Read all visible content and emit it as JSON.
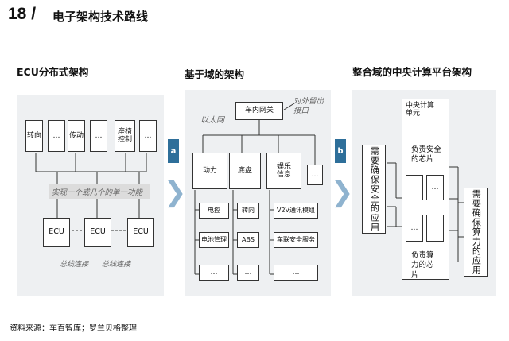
{
  "header": {
    "number": "18 /",
    "title": "电子架构技术路线"
  },
  "source": "资料来源：车百智库；罗兰贝格整理",
  "badges": {
    "a": "a",
    "b": "b"
  },
  "ecu_section": {
    "title": "ECU分布式架构",
    "functions": [
      "转向",
      "…",
      "传动",
      "…",
      "座椅\n控制",
      "…"
    ],
    "annotation": "实现一个或几个的单一功能",
    "ecus": [
      "ECU",
      "ECU",
      "ECU"
    ],
    "bus_labels": [
      "总线连接",
      "总线连接"
    ]
  },
  "domain_section": {
    "title": "基于域的架构",
    "ethernet": "以太网",
    "gateway": "车内网关",
    "external": "对外留出\n接口",
    "domains": [
      "动力",
      "底盘",
      "娱乐\n信息",
      "…"
    ],
    "rows": [
      [
        "电控",
        "转向",
        "V2V通讯模组"
      ],
      [
        "电池管理",
        "ABS",
        "车联安全服务"
      ],
      [
        "…",
        "…",
        "…"
      ]
    ]
  },
  "central_section": {
    "title": "整合域的中央计算平台架构",
    "unit": "中央计算\n单元",
    "secure_chip": "负责安全\n的芯片",
    "compute_chip": "负责算\n力的芯\n片",
    "secure_apps": "需要确保安全的应用",
    "compute_apps": "需要确保算力的应用",
    "dots": [
      "…",
      "…"
    ]
  }
}
